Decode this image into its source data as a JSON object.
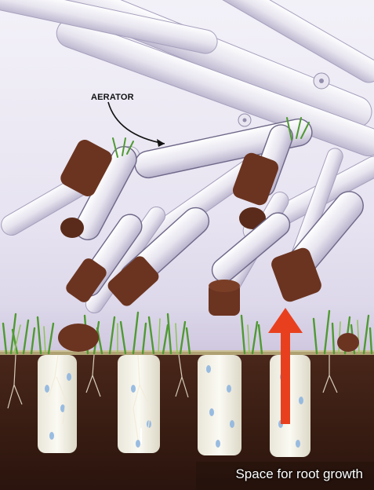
{
  "labels": {
    "aerator": "AERATOR",
    "caption": "Space for root growth"
  },
  "colors": {
    "soil": "#3a1e14",
    "grass": "#4f9a32",
    "tine": "#eceaf2",
    "plug": "#6b3420",
    "arrow": "#e8401f",
    "water": "#8fb6e0"
  },
  "icons": {
    "callout": "curved-pointer-arrow",
    "upward": "red-upward-arrow"
  }
}
